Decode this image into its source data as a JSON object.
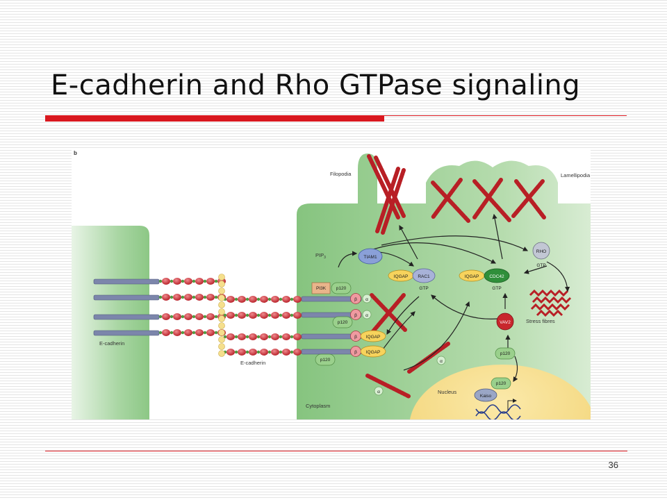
{
  "slide": {
    "title": "E-cadherin and Rho GTPase signaling",
    "page_number": "36"
  },
  "colors": {
    "accent": "#d9181f",
    "cell_green": "#8fc98a",
    "nucleus": "#f6dc8a",
    "actin": "#c0272d",
    "cadherin_rod": "#7c86ab"
  },
  "figure": {
    "panel_label": "b",
    "labels": {
      "filopodia": "Filopodia",
      "lamellipodia": "Lamellipodia",
      "stress_fibres": "Stress fibres",
      "nucleus": "Nucleus",
      "cytoplasm": "Cytoplasm",
      "e_cadherin_left": "E-cadherin",
      "e_cadherin_mid": "E-cadherin",
      "pip3": "PIP",
      "pip3_sub": "3"
    },
    "proteins": {
      "tiam1": "TIAM1",
      "rac1": "RAC1",
      "cdc42": "CDC42",
      "rho": "RHO",
      "vav2": "VAV2",
      "kaiso": "Kaiso",
      "pi3k": "PI3K",
      "iqgap": "IQGAP",
      "p120": "p120",
      "gtp": "GTP",
      "alpha": "α",
      "beta": "β"
    }
  }
}
